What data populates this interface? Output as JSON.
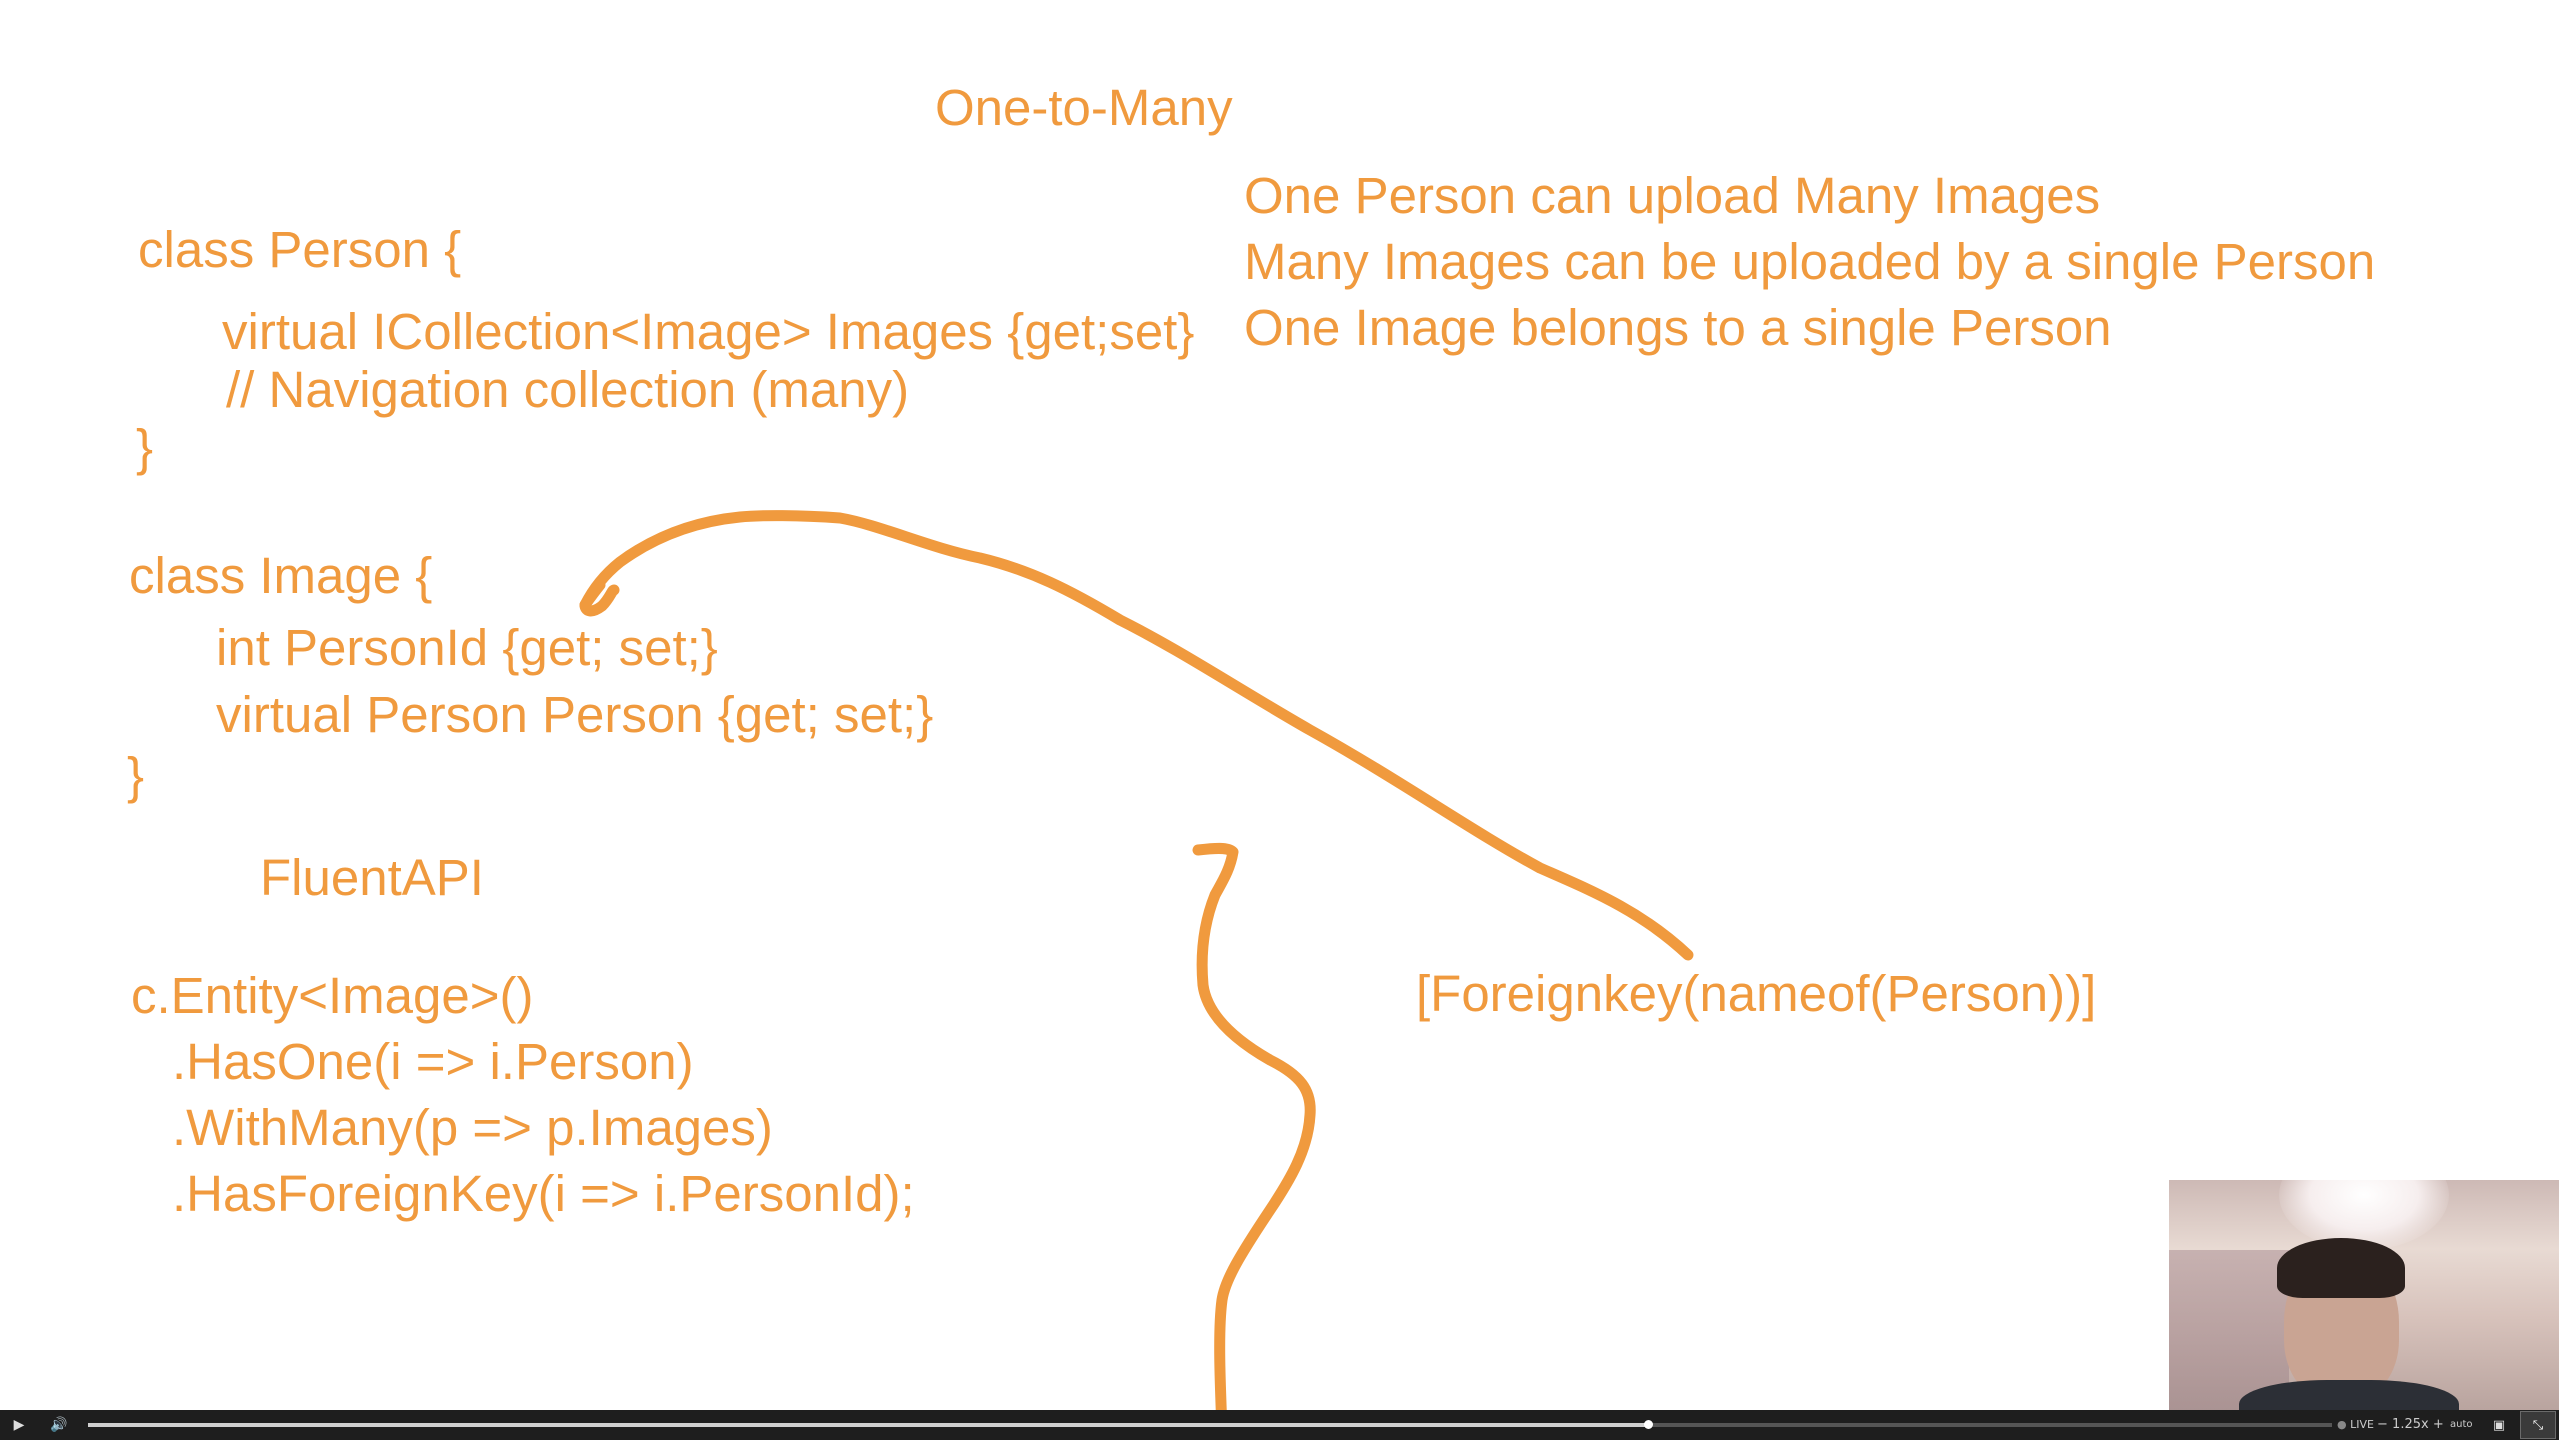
{
  "slide": {
    "title": "One-to-Many",
    "description_lines": [
      "One Person can upload Many Images",
      "Many Images can be uploaded by a single Person",
      "One Image belongs to a single Person"
    ],
    "person_class": {
      "header": "class Person {",
      "collection_property": "virtual ICollection<Image> Images {get;set}",
      "comment": "// Navigation collection (many)",
      "closing": "}"
    },
    "image_class": {
      "header": "class Image {",
      "fk_property": "int PersonId {get; set;}",
      "nav_property": "virtual Person Person {get; set;}",
      "closing": "}"
    },
    "fluent_heading": "FluentAPI",
    "fluent_code": [
      "c.Entity<Image>()",
      ".HasOne(i => i.Person)",
      ".WithMany(p => p.Images)",
      ".HasForeignKey(i => i.PersonId);"
    ],
    "attribute_annotation": "[Foreignkey(nameof(Person))]",
    "ink_color": "#f09a3e"
  },
  "player": {
    "play_icon": "play-icon",
    "volume_icon": "volume-icon",
    "progress": 0.695,
    "live_label": "LIVE",
    "speed_label": "1.25x",
    "quality_label": "auto",
    "pip_icon": "picture-in-picture-icon",
    "fullscreen_icon": "exit-fullscreen-icon"
  }
}
